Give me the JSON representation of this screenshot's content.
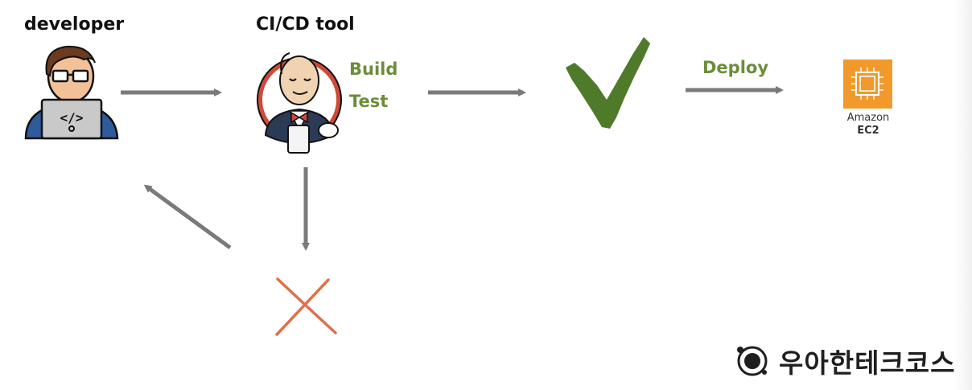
{
  "diagram": {
    "developer_label": "developer",
    "cicd_label": "CI/CD tool",
    "build_label": "Build",
    "test_label": "Test",
    "deploy_label": "Deploy",
    "ec2_label_line1": "Amazon",
    "ec2_label_line2": "EC2"
  },
  "brand": {
    "name": "우아한테크코스"
  },
  "colors": {
    "arrow": "#7a7a7a",
    "green_text": "#6b8e3a",
    "checkmark": "#4e7a2a",
    "cross": "#e0704a",
    "aws_orange": "#f19a2b"
  }
}
